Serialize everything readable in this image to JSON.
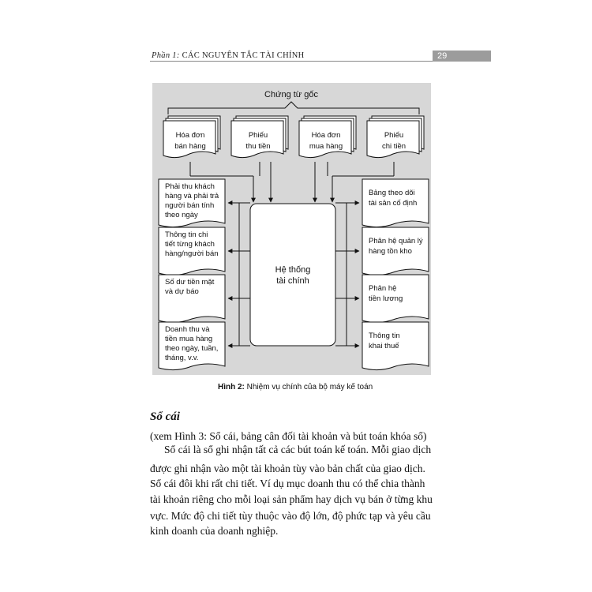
{
  "header": {
    "part": "Phần 1:",
    "title": "CÁC NGUYÊN TẮC TÀI CHÍNH",
    "page_number": "29"
  },
  "figure": {
    "source_label": "Chứng từ gốc",
    "inputs": [
      [
        "Hóa đơn",
        "bán hàng"
      ],
      [
        "Phiếu",
        "thu tiền"
      ],
      [
        "Hóa đơn",
        "mua hàng"
      ],
      [
        "Phiếu",
        "chi tiền"
      ]
    ],
    "center": [
      "Hệ thống",
      "tài chính"
    ],
    "left_outputs": [
      [
        "Phải thu khách",
        "hàng và phải trả",
        "người bán tính",
        "theo ngày"
      ],
      [
        "Thông tin chi",
        "tiết từng khách",
        "hàng/người bán"
      ],
      [
        "Số dư tiền mặt",
        "và dự báo"
      ],
      [
        "Doanh thu và",
        "tiền mua hàng",
        "theo ngày, tuần,",
        "tháng, v.v."
      ]
    ],
    "right_outputs": [
      [
        "Bảng theo dõi",
        "tài sản cố định"
      ],
      [
        "Phân hệ quản lý",
        "hàng tồn kho"
      ],
      [
        "Phân hệ",
        "tiền lương"
      ],
      [
        "Thông tin",
        "khai thuế"
      ]
    ]
  },
  "caption": {
    "label": "Hình 2:",
    "text": " Nhiệm vụ chính của bộ máy kế toán"
  },
  "section": {
    "title": "Sổ cái",
    "reference": "(xem Hình 3: Sổ cái, bảng cân đối tài khoản và bút toán khóa sổ)",
    "paragraph_lines": [
      "Sổ cái là sổ ghi nhận tất cả các bút toán kế toán. Mỗi giao dịch",
      "được ghi nhận vào một tài khoản tùy vào bản chất của giao dịch.",
      "Sổ cái đôi khi rất chi tiết. Ví dụ mục doanh thu có thể chia thành",
      "tài khoản riêng cho mỗi loại sản phẩm hay dịch vụ bán ở từng khu",
      "vực. Mức độ chi tiết tùy thuộc vào độ lớn, độ phức tạp và yêu cầu",
      "kinh doanh của doanh nghiệp."
    ]
  }
}
